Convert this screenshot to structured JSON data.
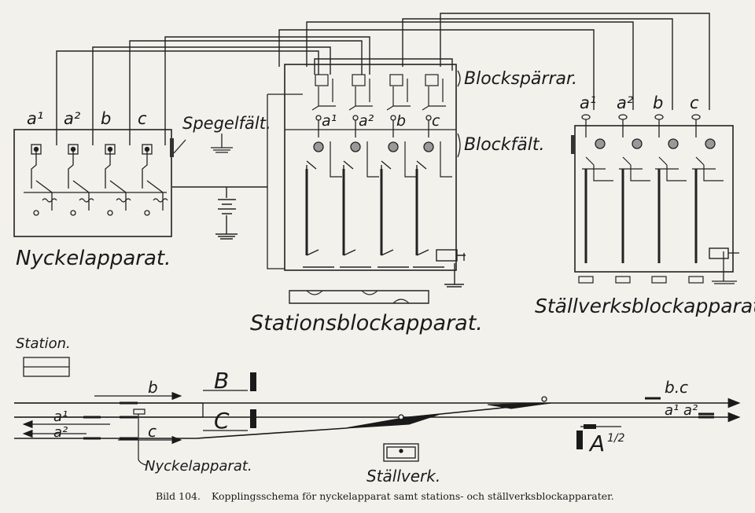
{
  "labels": {
    "nyckelapparat_title": "Nyckelapparat.",
    "spegelfalt": "Spegelfält.",
    "blocksparrar": "Blockspärrar.",
    "blockfalt": "Blockfält.",
    "stationsblock_title": "Stationsblockapparat.",
    "stallverksblock_title": "Ställverksblockapparat.",
    "station": "Station.",
    "nyckelapparat_track": "Nyckelapparat.",
    "stallverk": "Ställverk.",
    "signal_B": "B",
    "signal_C": "C",
    "signal_A": "A",
    "signal_A_fraction": "1/2",
    "route_bc": "b.c",
    "route_a1a2": "a¹ a²",
    "track_b": "b",
    "track_a1": "a¹",
    "track_a2": "a²",
    "track_c": "c"
  },
  "key_letters": [
    "a¹",
    "a²",
    "b",
    "c"
  ],
  "station_letters": [
    "a¹",
    "a²",
    "b",
    "c"
  ],
  "stallverk_letters": [
    "a¹",
    "a²",
    "b",
    "c"
  ],
  "caption": {
    "number": "Bild 104.",
    "text": "Kopplingsschema för nyckelapparat samt stations- och ställverksblockapparater."
  }
}
